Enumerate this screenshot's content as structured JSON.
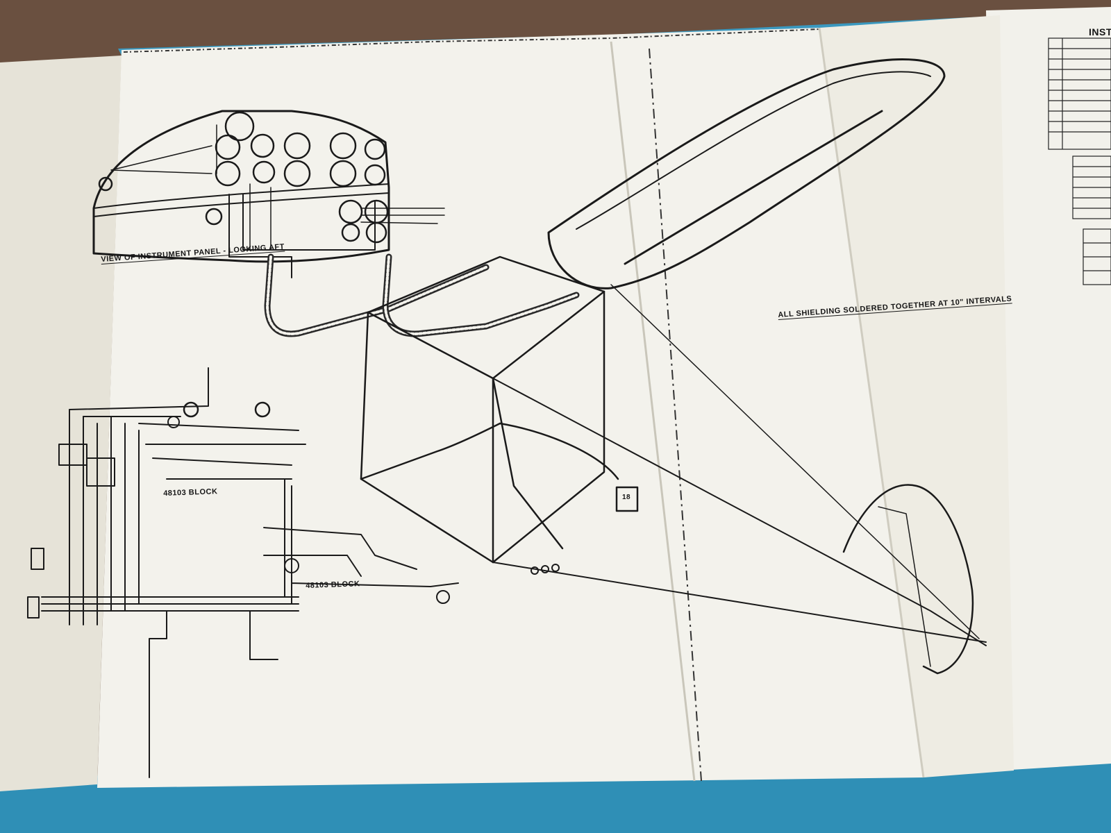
{
  "labels": {
    "panel_view": "View of Instrument Panel - Looking Aft",
    "shielding_note": "All Shielding Soldered Together at 10\" Intervals",
    "block_a": "48103 Block",
    "block_b": "48103 Block",
    "sheet_heading": "INST",
    "box_number": "18"
  },
  "colors": {
    "paper": "#f3f2ec",
    "ink": "#1a1a1a",
    "blue_cloth": "#2f8fb6",
    "wood": "#6a5040"
  }
}
